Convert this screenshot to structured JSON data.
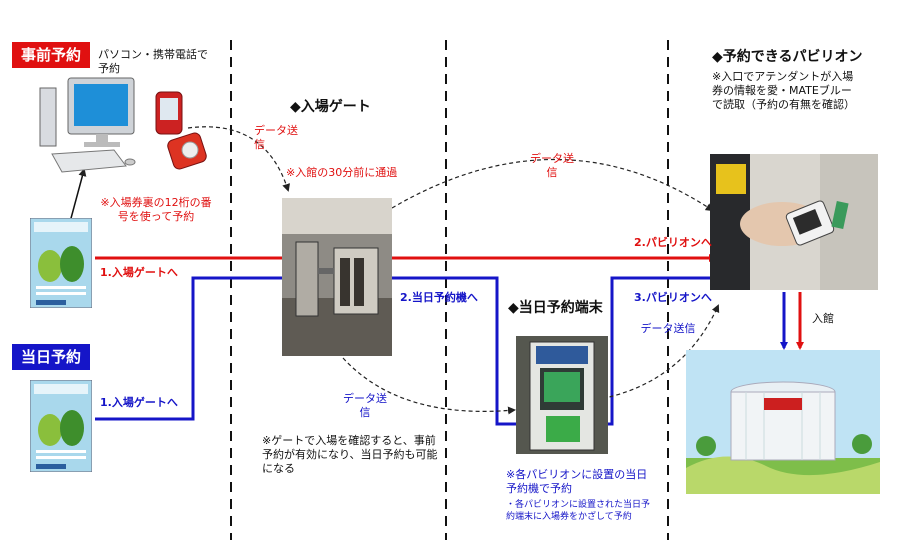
{
  "labels": {
    "advance_tag": "事前予約",
    "same_day_tag": "当日予約",
    "pc_phone": "パソコン・携帯電話で予約",
    "ticket_note": "※入場券裏の12桁の番号を使って予約",
    "entrance_gate": "◆入場ゲート",
    "data_send_1": "データ送信",
    "arrive_note": "※入館の30分前に通過",
    "data_send_2": "データ送信",
    "to_gate_red": "1.入場ゲートへ",
    "to_gate_blue": "1.入場ゲートへ",
    "to_terminal": "2.当日予約機へ",
    "to_pavilion_red": "2.パビリオンへ",
    "to_pavilion_blue": "3.パビリオンへ",
    "same_day_terminal": "◆当日予約端末",
    "data_send_3": "データ送信",
    "data_send_4": "データ送信",
    "gate_note": "※ゲートで入場を確認すると、事前予約が有効になり、当日予約も可能になる",
    "terminal_note_1": "※各パビリオンに設置の当日予約機で予約",
    "terminal_note_2": "・各パビリオンに設置された当日予約端末に入場券をかざして予約",
    "pavilion_heading": "◆予約できるパビリオン",
    "pavilion_note": "※入口でアテンダントが入場券の情報を愛・MATEブルーで読取（予約の有無を確認）",
    "enter": "入館"
  },
  "colors": {
    "advance": "#e01010",
    "same_day": "#1515c8",
    "dashed": "#222222"
  },
  "icons": {
    "pc": "desktop-computer-icon",
    "phone": "mobile-phone-icon"
  }
}
